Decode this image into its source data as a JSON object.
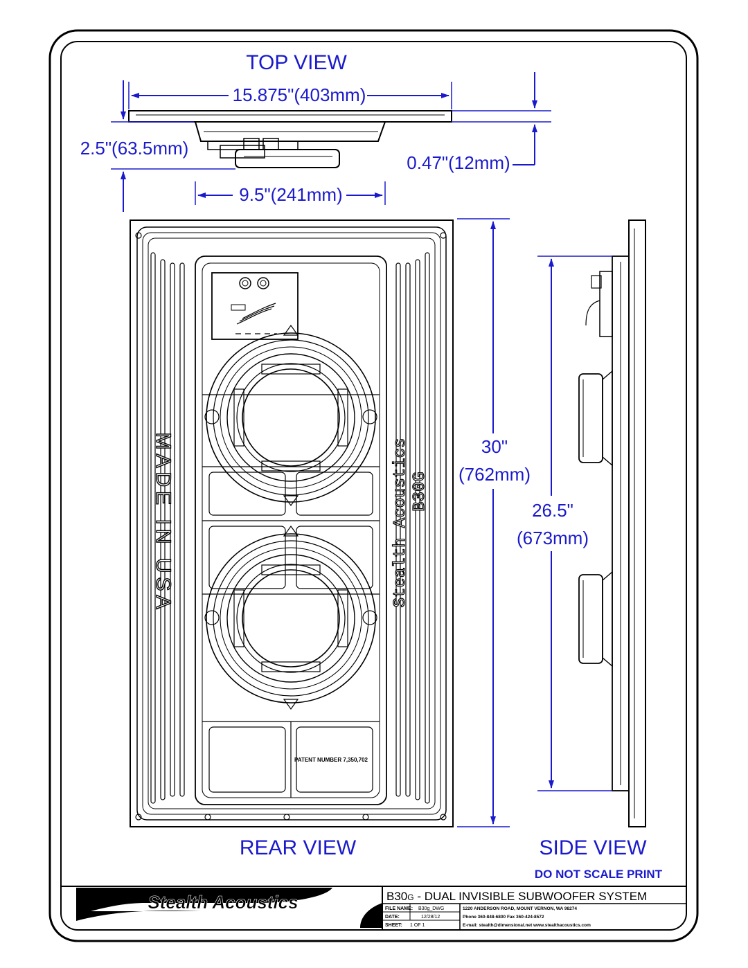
{
  "views": {
    "top": "TOP VIEW",
    "rear": "REAR VIEW",
    "side": "SIDE VIEW"
  },
  "dimensions": {
    "top_width": "15.875\"(403mm)",
    "top_depth": "2.5\"(63.5mm)",
    "top_flange": "0.47\"(12mm)",
    "top_cutout": "9.5\"(241mm)",
    "height_in": "30\"",
    "height_mm": "(762mm)",
    "side_in": "26.5\"",
    "side_mm": "(673mm)"
  },
  "panel_text": {
    "made_in": "MADE IN USA",
    "brand": "Stealth Acoustics",
    "model": "B30G",
    "patent": "PATENT NUMBER 7,350,702"
  },
  "notice": "DO NOT SCALE PRINT",
  "title_block": {
    "logo": "Stealth Acoustics",
    "model_main": "B30",
    "model_suffix": "G",
    "description": " - DUAL INVISIBLE SUBWOOFER SYSTEM",
    "file_name_label": "FILE NAME:",
    "file_name_value": "B30g_DWG",
    "date_label": "DATE:",
    "date_value": "12/28/12",
    "sheet_label": "SHEET:",
    "sheet_value": "1  OF  1",
    "address": "1220 ANDERSON ROAD, MOUNT VERNON, WA 98274",
    "phone": "Phone 360-848-6800   Fax 360-424-8572",
    "email": "E-mail: stealth@dimensional.net  www.stealthacoustics.com"
  },
  "colors": {
    "dimension_blue": "#1a1acc",
    "line": "#000000"
  }
}
